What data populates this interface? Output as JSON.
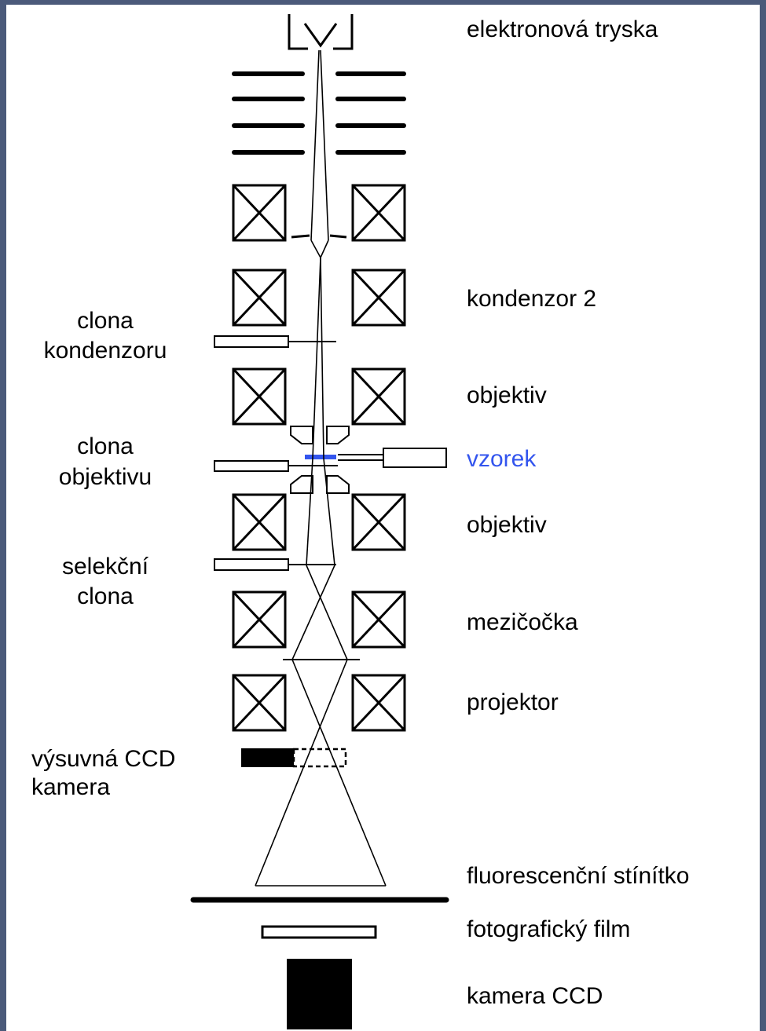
{
  "labels_right": {
    "gun": "elektronová tryska",
    "condenser2": "kondenzor 2",
    "objective_upper": "objektiv",
    "specimen": "vzorek",
    "objective_lower": "objektiv",
    "intermediate": "mezičočka",
    "projector": "projektor",
    "screen": "fluorescenční stínítko",
    "film": "fotografický film",
    "ccd": "kamera CCD"
  },
  "labels_left": {
    "condenser_aperture_1": "clona",
    "condenser_aperture_2": "kondenzoru",
    "objective_aperture_1": "clona",
    "objective_aperture_2": "objektivu",
    "selected_area_1": "selekční",
    "selected_area_2": "clona",
    "retractable_ccd_1": "výsuvná CCD",
    "retractable_ccd_2": "kamera"
  },
  "colors": {
    "frame": "#4b5a7a",
    "specimen": "#3355ee",
    "ink": "#000000"
  }
}
